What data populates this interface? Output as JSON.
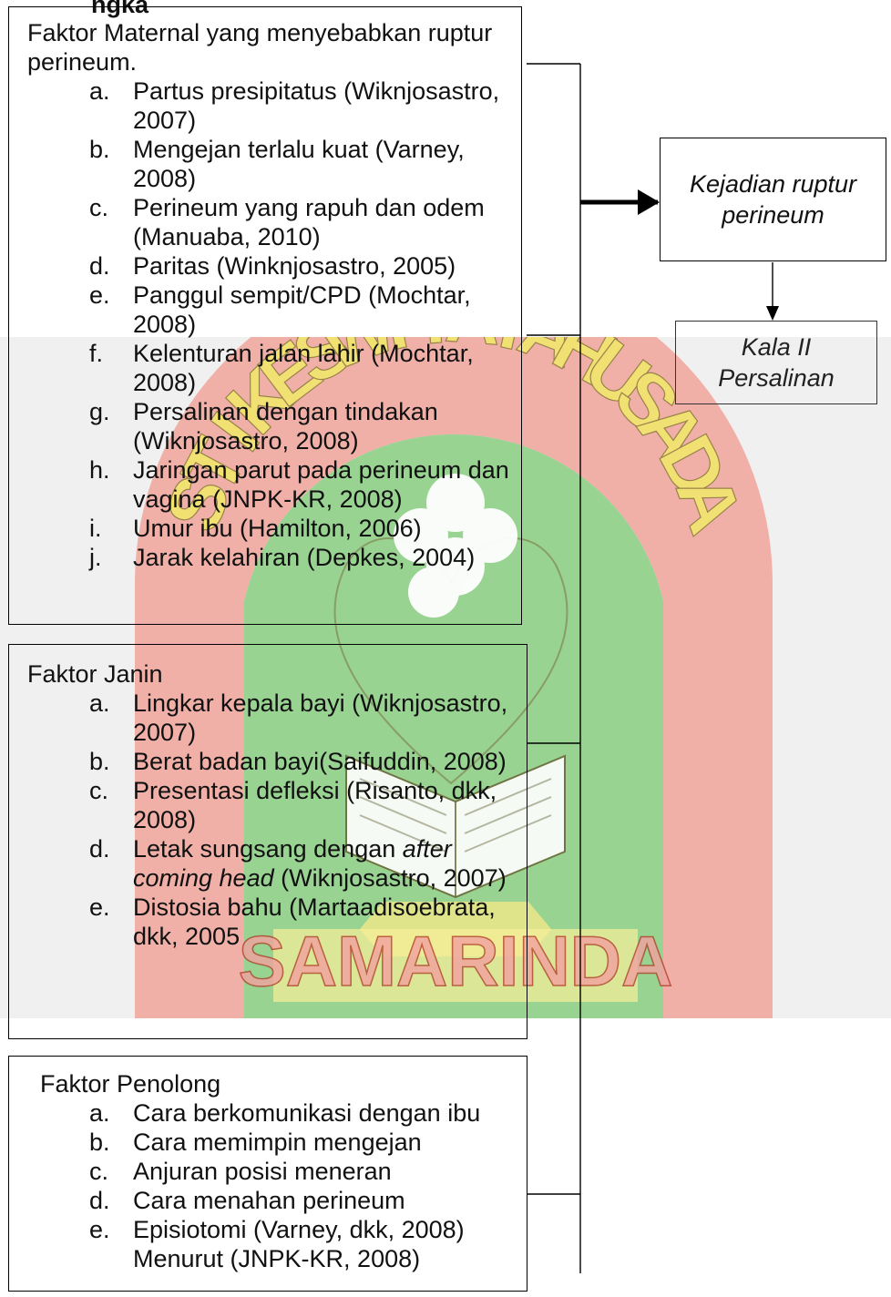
{
  "header_fragment": "ngka",
  "maternal": {
    "title": "Faktor Maternal yang menyebabkan ruptur perineum.",
    "items": [
      {
        "marker": "a.",
        "text": "Partus presipitatus (Wiknjosastro, 2007)"
      },
      {
        "marker": "b.",
        "text": "Mengejan terlalu kuat (Varney, 2008)"
      },
      {
        "marker": "c.",
        "text": "Perineum yang rapuh dan odem (Manuaba, 2010)"
      },
      {
        "marker": "d.",
        "text": "Paritas (Winknjosastro, 2005)"
      },
      {
        "marker": "e.",
        "text": "Panggul sempit/CPD (Mochtar, 2008)"
      },
      {
        "marker": "f.",
        "text": "Kelenturan jalan lahir (Mochtar, 2008)"
      },
      {
        "marker": "g.",
        "text": "Persalinan dengan tindakan (Wiknjosastro, 2008)"
      },
      {
        "marker": "h.",
        "text": "Jaringan parut pada perineum dan vagina (JNPK-KR, 2008)"
      },
      {
        "marker": "i.",
        "text": "Umur ibu (Hamilton, 2006)"
      },
      {
        "marker": "j.",
        "text": "Jarak kelahiran (Depkes, 2004)"
      }
    ]
  },
  "janin": {
    "title": "Faktor Janin",
    "items": [
      {
        "marker": "a.",
        "text": "Lingkar kepala bayi (Wiknjosastro, 2007)"
      },
      {
        "marker": "b.",
        "text": "Berat badan bayi(Saifuddin, 2008)"
      },
      {
        "marker": "c.",
        "text": "Presentasi defleksi (Risanto, dkk, 2008)"
      },
      {
        "marker": "d.",
        "text_before": "Letak sungsang dengan ",
        "text_italic": "after coming head",
        "text_after": " (Wiknjosastro, 2007)"
      },
      {
        "marker": "e.",
        "text": "Distosia bahu (Martaadisoebrata, dkk, 2005"
      }
    ]
  },
  "penolong": {
    "title": "Faktor Penolong",
    "items": [
      {
        "marker": "a.",
        "text": "Cara berkomunikasi dengan ibu"
      },
      {
        "marker": "b.",
        "text": "Cara memimpin mengejan"
      },
      {
        "marker": "c.",
        "text": "Anjuran posisi meneran"
      },
      {
        "marker": "d.",
        "text": "Cara menahan perineum"
      },
      {
        "marker": "e.",
        "text": "Episiotomi (Varney, dkk, 2008)"
      }
    ],
    "footer": "Menurut (JNPK-KR, 2008)"
  },
  "outcome": {
    "label": "Kejadian ruptur perineum"
  },
  "stage": {
    "label": "Kala II Persalinan"
  },
  "watermark": {
    "arc_letters": [
      "S",
      "T",
      "I",
      "K",
      "E",
      "S",
      "W",
      "I",
      "Y",
      "A",
      "T",
      "A",
      "H",
      "U",
      "S",
      "A",
      "D",
      "A"
    ],
    "city": "SAMARINDA",
    "colors": {
      "red": "#d8281e",
      "yellow": "#e6dc2a",
      "green": "#3a9a3a",
      "outline": "#8c7a3a"
    }
  }
}
